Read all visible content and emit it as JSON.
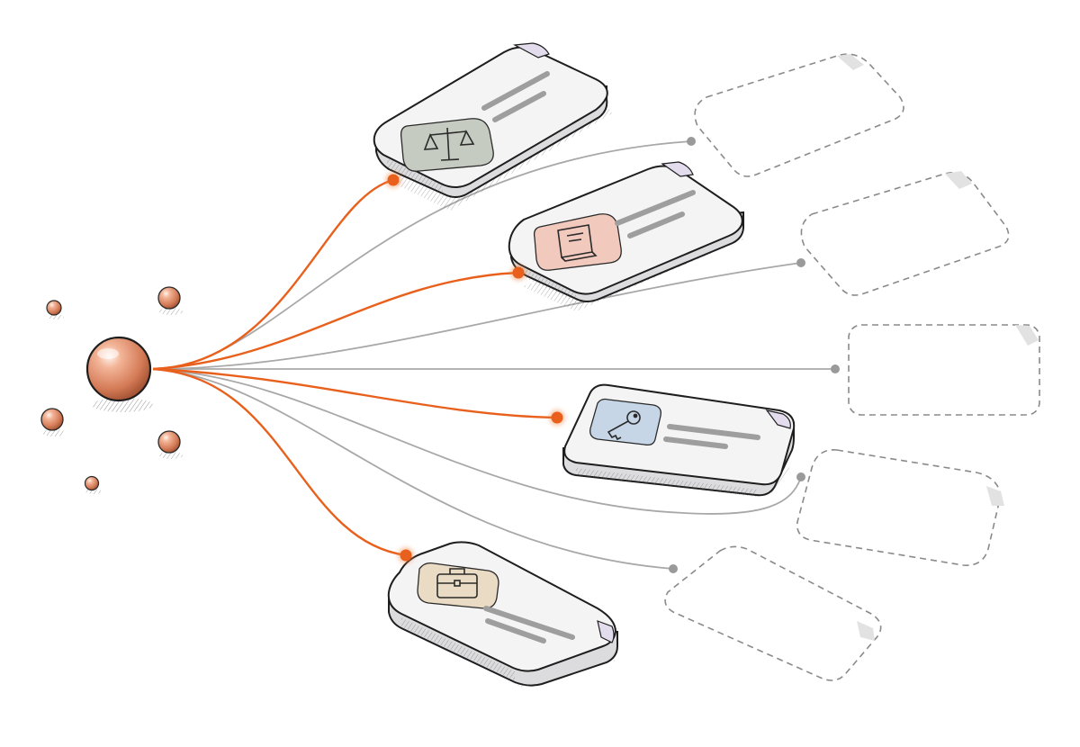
{
  "diagram": {
    "hub": {
      "icon": "orb-node-icon"
    },
    "satellites": [
      {
        "icon": "small-orb-icon"
      },
      {
        "icon": "small-orb-icon"
      },
      {
        "icon": "small-orb-icon"
      },
      {
        "icon": "small-orb-icon"
      },
      {
        "icon": "small-orb-icon"
      }
    ],
    "cards": [
      {
        "icon": "scales-icon",
        "state": "connected",
        "icon_bg": "#c5cbc1"
      },
      {
        "icon": "book-icon",
        "state": "connected",
        "icon_bg": "#f1c9bd"
      },
      {
        "icon": "key-icon",
        "state": "connected",
        "icon_bg": "#c6d6e6"
      },
      {
        "icon": "briefcase-icon",
        "state": "connected",
        "icon_bg": "#eadbc4"
      }
    ],
    "placeholders": [
      {
        "state": "empty"
      },
      {
        "state": "empty"
      },
      {
        "state": "empty"
      },
      {
        "state": "empty"
      },
      {
        "state": "empty"
      }
    ]
  },
  "colors": {
    "active_connection": "#e8601c",
    "inactive_connection": "#a8a8a8",
    "orb": "#e08a68",
    "card_fill": "#f4f4f5",
    "card_edge": "#dcdcde",
    "corner_fold": "#e3dcec"
  }
}
